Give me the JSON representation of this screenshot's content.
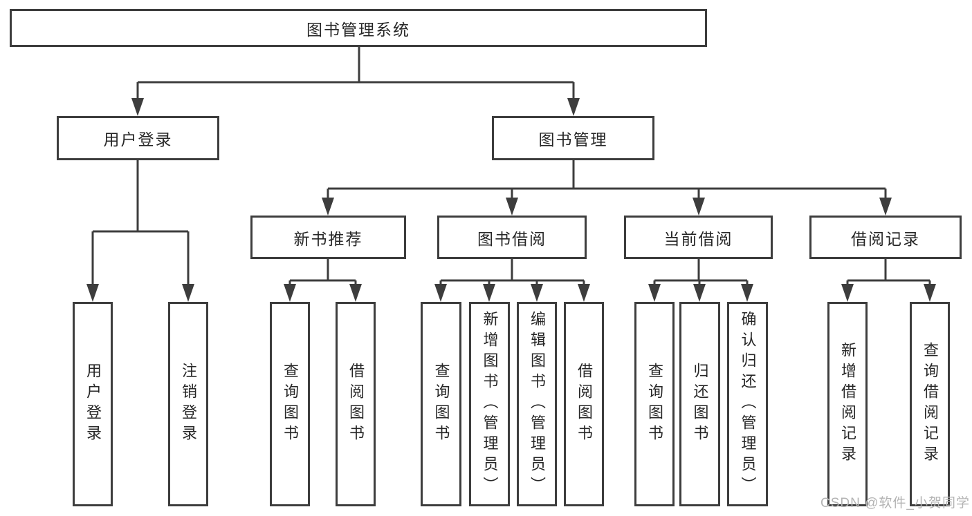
{
  "diagram": {
    "root": {
      "label": "图书管理系统"
    },
    "level2": {
      "user_login": "用户登录",
      "book_management": "图书管理"
    },
    "level3": {
      "new_book_recommend": "新书推荐",
      "book_borrow": "图书借阅",
      "current_borrow": "当前借阅",
      "borrow_records": "借阅记录"
    },
    "leaves": {
      "user_login": [
        "用户登录",
        "注销登录"
      ],
      "new_book_recommend": [
        "查询图书",
        "借阅图书"
      ],
      "book_borrow": [
        "查询图书",
        "新增图书（管理员）",
        "编辑图书（管理员）",
        "借阅图书"
      ],
      "current_borrow": [
        "查询图书",
        "归还图书",
        "确认归还（管理员）"
      ],
      "borrow_records": [
        "新增借阅记录",
        "查询借阅记录"
      ]
    },
    "watermark": "CSDN @软件_小贺同学",
    "colors": {
      "line": "#3d3d3d",
      "text": "#262626",
      "watermark": "#b3b3b3",
      "background": "#ffffff"
    }
  }
}
